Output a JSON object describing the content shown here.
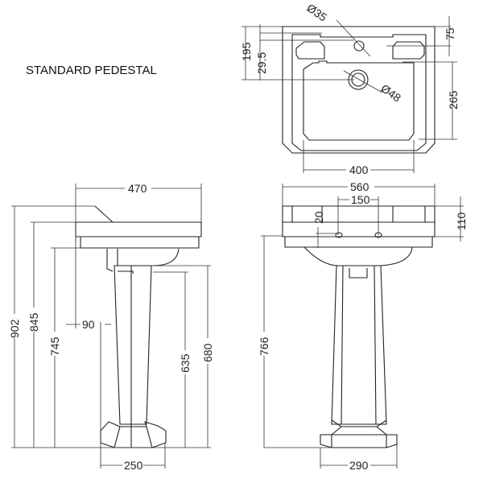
{
  "title": "STANDARD PEDESTAL",
  "top_view": {
    "hole_tap": "Ø35",
    "hole_waste": "Ø48",
    "dim_195": "195",
    "dim_29_5": "29.5",
    "dim_75": "75",
    "dim_265": "265",
    "dim_400": "400"
  },
  "side_view": {
    "dim_470": "470",
    "dim_902": "902",
    "dim_845": "845",
    "dim_745": "745",
    "dim_90": "90",
    "dim_635": "635",
    "dim_680": "680",
    "dim_250": "250"
  },
  "front_view": {
    "dim_560": "560",
    "dim_150": "150",
    "dim_20": "20",
    "dim_110": "110",
    "dim_766": "766",
    "dim_290": "290"
  }
}
